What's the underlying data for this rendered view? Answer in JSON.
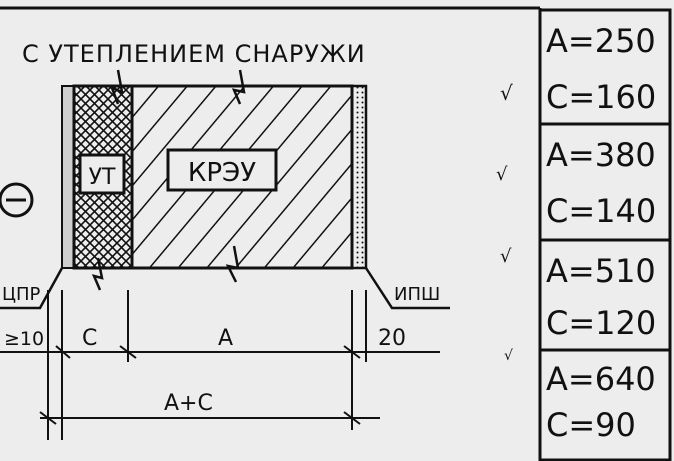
{
  "header": {
    "title": "С УТЕПЛЕНИЕМ СНАРУЖИ"
  },
  "symbols": {
    "minus": "−"
  },
  "layers": {
    "insulation_label": "УТ",
    "main_label": "КРЭУ"
  },
  "side_labels": {
    "left": "ЦПР",
    "right": "ИПШ"
  },
  "dimensions": {
    "min_offset": "≥10",
    "c": "С",
    "a": "А",
    "twenty": "20",
    "total": "А+С"
  },
  "ticks": [
    "√",
    "√",
    "√",
    "√"
  ],
  "table": [
    {
      "a": "А=250",
      "c": "С=160"
    },
    {
      "a": "А=380",
      "c": "С=140"
    },
    {
      "a": "А=510",
      "c": "С=120"
    },
    {
      "a": "А=640",
      "c": "С=90"
    }
  ],
  "colors": {
    "ink": "#111111",
    "paper": "#ededed"
  }
}
